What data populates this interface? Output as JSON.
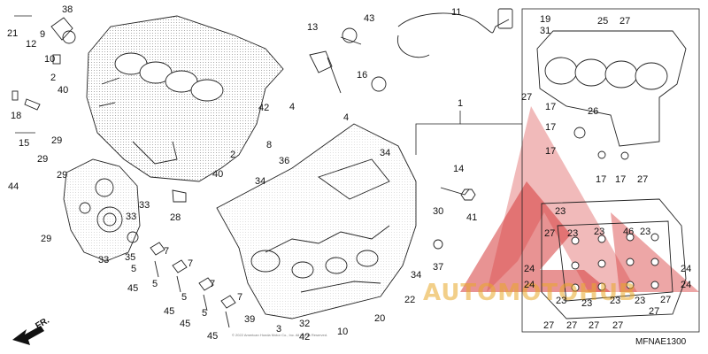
{
  "diagram_code": "MFNAE1300",
  "direction_label": "FR.",
  "copyright": "© 2022 American Honda Motor Co., Inc. All Rights Reserved.",
  "watermark": {
    "text": "AUTOMOTOHUB",
    "text_color": "#e8a828",
    "triangle_color": "#d63a3a"
  },
  "line_color": "#222222",
  "parts": [
    {
      "id": "p21",
      "label": "21"
    },
    {
      "id": "p12",
      "label": "12"
    },
    {
      "id": "p38",
      "label": "38"
    },
    {
      "id": "p9",
      "label": "9"
    },
    {
      "id": "p10",
      "label": "10"
    },
    {
      "id": "p2a",
      "label": "2"
    },
    {
      "id": "p40a",
      "label": "40"
    },
    {
      "id": "p18",
      "label": "18"
    },
    {
      "id": "p15",
      "label": "15"
    },
    {
      "id": "p29a",
      "label": "29"
    },
    {
      "id": "p29b",
      "label": "29"
    },
    {
      "id": "p29c",
      "label": "29"
    },
    {
      "id": "p29d",
      "label": "29"
    },
    {
      "id": "p44",
      "label": "44"
    },
    {
      "id": "p33a",
      "label": "33"
    },
    {
      "id": "p33b",
      "label": "33"
    },
    {
      "id": "p33c",
      "label": "33"
    },
    {
      "id": "p28",
      "label": "28"
    },
    {
      "id": "p35",
      "label": "35"
    },
    {
      "id": "p7a",
      "label": "7"
    },
    {
      "id": "p7b",
      "label": "7"
    },
    {
      "id": "p7c",
      "label": "7"
    },
    {
      "id": "p7d",
      "label": "7"
    },
    {
      "id": "p5a",
      "label": "5"
    },
    {
      "id": "p5b",
      "label": "5"
    },
    {
      "id": "p5c",
      "label": "5"
    },
    {
      "id": "p5d",
      "label": "5"
    },
    {
      "id": "p45a",
      "label": "45"
    },
    {
      "id": "p45b",
      "label": "45"
    },
    {
      "id": "p45c",
      "label": "45"
    },
    {
      "id": "p45d",
      "label": "45"
    },
    {
      "id": "p39",
      "label": "39"
    },
    {
      "id": "p3",
      "label": "3"
    },
    {
      "id": "p32",
      "label": "32"
    },
    {
      "id": "p42a",
      "label": "42"
    },
    {
      "id": "p42b",
      "label": "42"
    },
    {
      "id": "p8",
      "label": "8"
    },
    {
      "id": "p36",
      "label": "36"
    },
    {
      "id": "p4a",
      "label": "4"
    },
    {
      "id": "p4b",
      "label": "4"
    },
    {
      "id": "p2b",
      "label": "2"
    },
    {
      "id": "p40b",
      "label": "40"
    },
    {
      "id": "p13",
      "label": "13"
    },
    {
      "id": "p43",
      "label": "43"
    },
    {
      "id": "p16",
      "label": "16"
    },
    {
      "id": "p11",
      "label": "11"
    },
    {
      "id": "p34a",
      "label": "34"
    },
    {
      "id": "p34b",
      "label": "34"
    },
    {
      "id": "p34c",
      "label": "34"
    },
    {
      "id": "p1",
      "label": "1"
    },
    {
      "id": "p14",
      "label": "14"
    },
    {
      "id": "p30",
      "label": "30"
    },
    {
      "id": "p41",
      "label": "41"
    },
    {
      "id": "p37",
      "label": "37"
    },
    {
      "id": "p22",
      "label": "22"
    },
    {
      "id": "p20",
      "label": "20"
    },
    {
      "id": "p10b",
      "label": "10"
    },
    {
      "id": "p19",
      "label": "19"
    },
    {
      "id": "p31",
      "label": "31"
    },
    {
      "id": "p25",
      "label": "25"
    },
    {
      "id": "p27a",
      "label": "27"
    },
    {
      "id": "p27b",
      "label": "27"
    },
    {
      "id": "p27c",
      "label": "27"
    },
    {
      "id": "p27d",
      "label": "27"
    },
    {
      "id": "p27e",
      "label": "27"
    },
    {
      "id": "p27f",
      "label": "27"
    },
    {
      "id": "p27g",
      "label": "27"
    },
    {
      "id": "p27h",
      "label": "27"
    },
    {
      "id": "p27i",
      "label": "27"
    },
    {
      "id": "p27j",
      "label": "27"
    },
    {
      "id": "p26",
      "label": "26"
    },
    {
      "id": "p17a",
      "label": "17"
    },
    {
      "id": "p17b",
      "label": "17"
    },
    {
      "id": "p17c",
      "label": "17"
    },
    {
      "id": "p17d",
      "label": "17"
    },
    {
      "id": "p17e",
      "label": "17"
    },
    {
      "id": "p23a",
      "label": "23"
    },
    {
      "id": "p23b",
      "label": "23"
    },
    {
      "id": "p23c",
      "label": "23"
    },
    {
      "id": "p23d",
      "label": "23"
    },
    {
      "id": "p23e",
      "label": "23"
    },
    {
      "id": "p23f",
      "label": "23"
    },
    {
      "id": "p23g",
      "label": "23"
    },
    {
      "id": "p23h",
      "label": "23"
    },
    {
      "id": "p46",
      "label": "46"
    },
    {
      "id": "p24a",
      "label": "24"
    },
    {
      "id": "p24b",
      "label": "24"
    },
    {
      "id": "p24c",
      "label": "24"
    },
    {
      "id": "p24d",
      "label": "24"
    }
  ]
}
